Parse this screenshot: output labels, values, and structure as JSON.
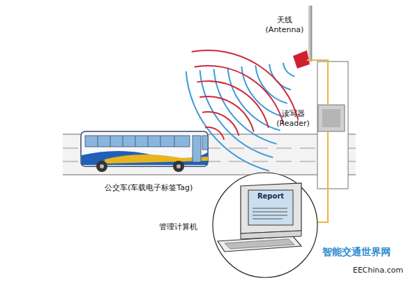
{
  "diagram": {
    "nodes": [
      {
        "text": [
          "Report"
        ]
      }
    ],
    "labels": [
      "天线 (Antenna)",
      "读写器 (Reader)",
      "公交车(车载电子标签Tag)",
      "管理计算机",
      "智能交通世界网",
      "EEChina.com"
    ]
  }
}
